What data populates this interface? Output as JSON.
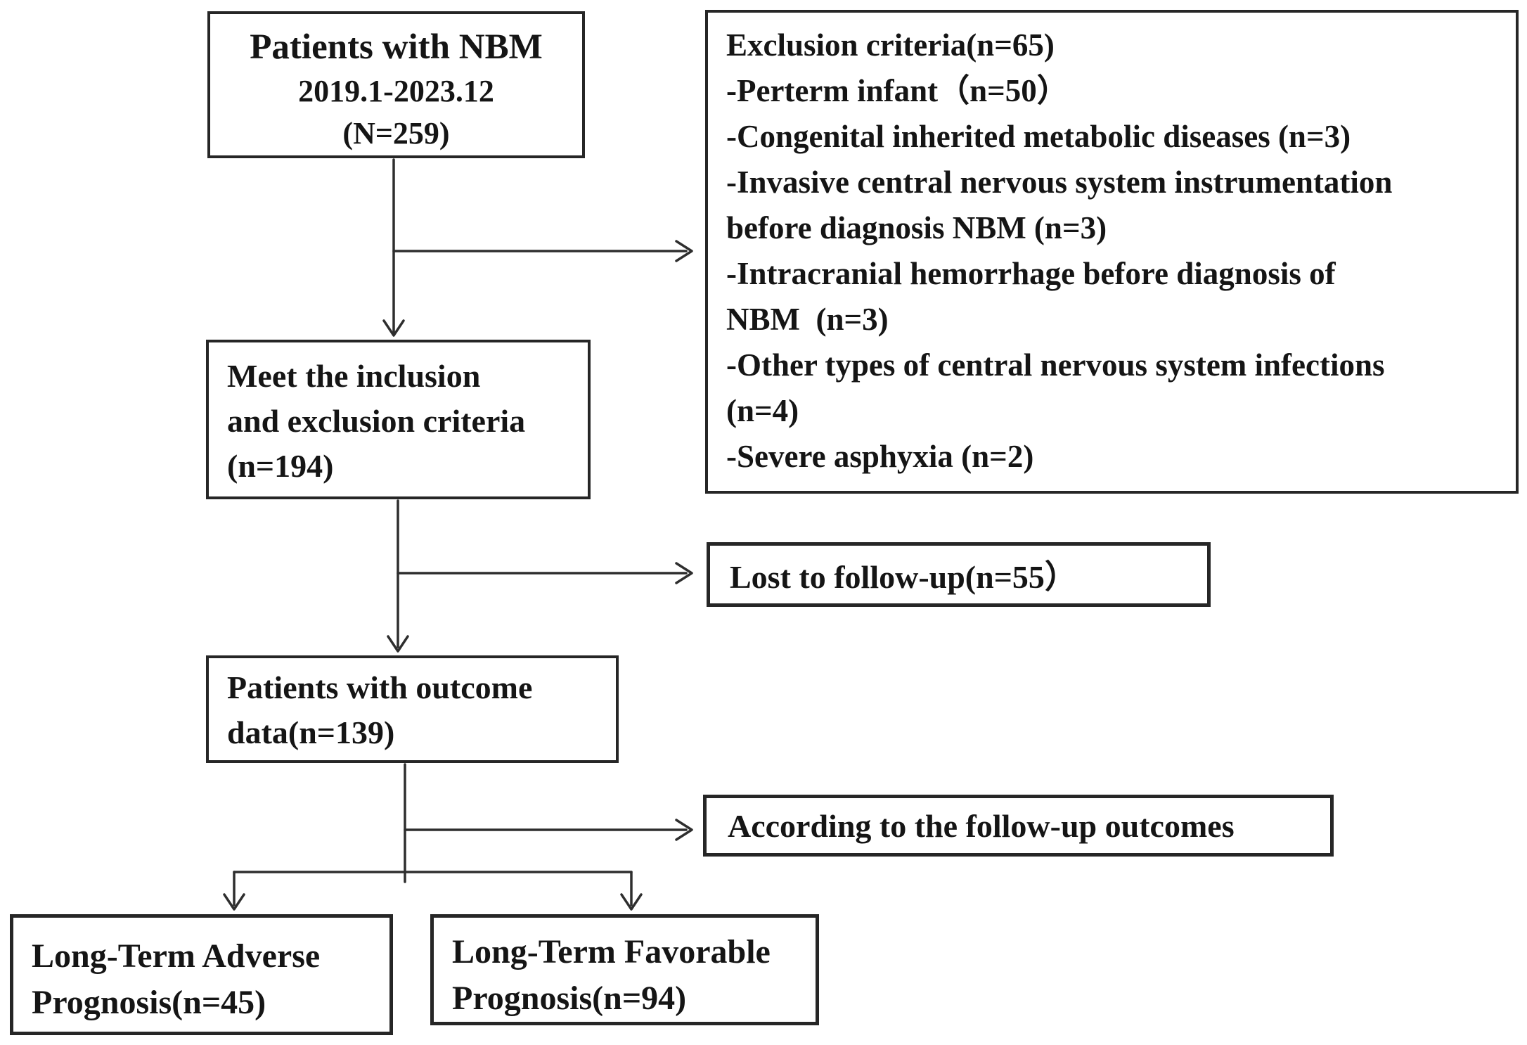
{
  "colors": {
    "background": "#ffffff",
    "text": "#151515",
    "border": "#262626",
    "connector": "#2e2e2e"
  },
  "boxes": {
    "patients_nbm": {
      "lines": [
        "Patients with NBM",
        "2019.1-2023.12",
        "(N=259)"
      ]
    },
    "exclusion": {
      "items": [
        "Exclusion criteria(n=65)",
        "-Perterm infant（n=50）",
        "-Congenital inherited metabolic diseases (n=3)",
        "-Invasive central nervous system instrumentation\nbefore diagnosis NBM (n=3)",
        "-Intracranial hemorrhage before diagnosis of\nNBM  (n=3)",
        "-Other types of central nervous system infections\n(n=4)",
        "-Severe asphyxia (n=2)"
      ]
    },
    "inclusion": {
      "lines": [
        "Meet the inclusion",
        "and exclusion criteria",
        "(n=194)"
      ]
    },
    "lost_followup": {
      "label": "Lost to follow-up(n=55）"
    },
    "outcome_data": {
      "lines": [
        "Patients with outcome",
        "data(n=139)"
      ]
    },
    "according_outcomes": {
      "label": "According to the follow-up outcomes"
    },
    "adverse_prognosis": {
      "lines": [
        "Long-Term Adverse",
        "Prognosis(n=45)"
      ]
    },
    "favorable_prognosis": {
      "lines": [
        "Long-Term Favorable",
        "Prognosis(n=94)"
      ]
    }
  }
}
